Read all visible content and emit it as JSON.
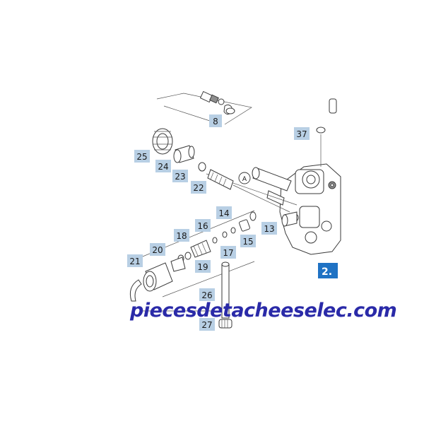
{
  "diagram": {
    "part_labels": [
      "8",
      "37",
      "25",
      "24",
      "23",
      "22",
      "14",
      "16",
      "13",
      "18",
      "15",
      "17",
      "20",
      "21",
      "19",
      "26",
      "27"
    ],
    "marker_letter": "A",
    "section_tag": "2.",
    "watermark": "piecesdetacheeselec.com"
  },
  "colors": {
    "label_bg": "#b8cfe4",
    "section_tag_bg": "#1f72c4",
    "watermark": "#2a2aa8"
  }
}
